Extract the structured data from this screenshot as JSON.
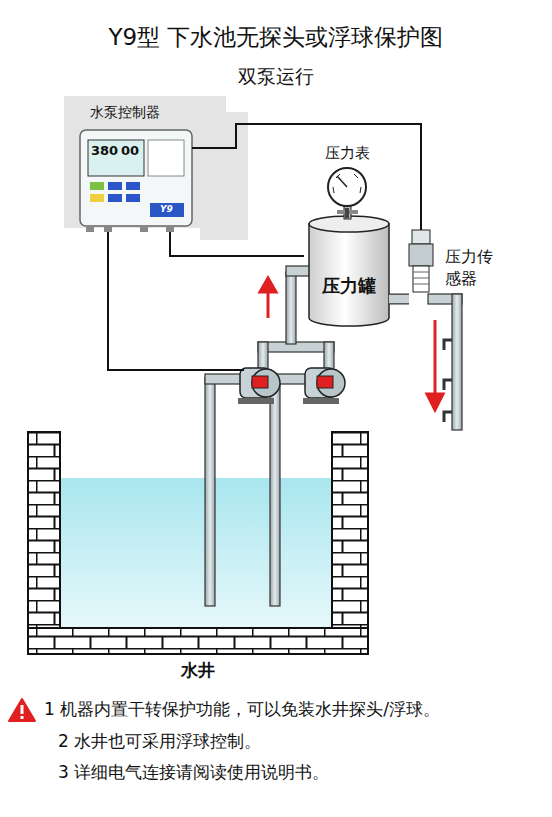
{
  "diagram": {
    "title": "Y9型 下水池无探头或浮球保护图",
    "nodes": [
      {
        "text": [
          "水泵控制器"
        ]
      },
      {
        "text": [
          "压力表"
        ]
      },
      {
        "text": [
          "压力罐"
        ]
      },
      {
        "text": [
          "压力传感器"
        ]
      },
      {
        "text": [
          "水井"
        ]
      }
    ],
    "edges": [
      {
        "from": 0,
        "to": 3,
        "arrow": "none"
      },
      {
        "from": 1,
        "to": 2,
        "arrow": "none"
      },
      {
        "from": 2,
        "to": 3,
        "arrow": "none"
      }
    ],
    "labels": [
      "双泵运行",
      "380",
      "00",
      "Y9",
      "1 机器内置干转保护功能，可以免装水井探头/浮球。",
      "2 水井也可采用浮球控制。",
      "3 详细电气连接请阅读使用说明书。"
    ]
  }
}
